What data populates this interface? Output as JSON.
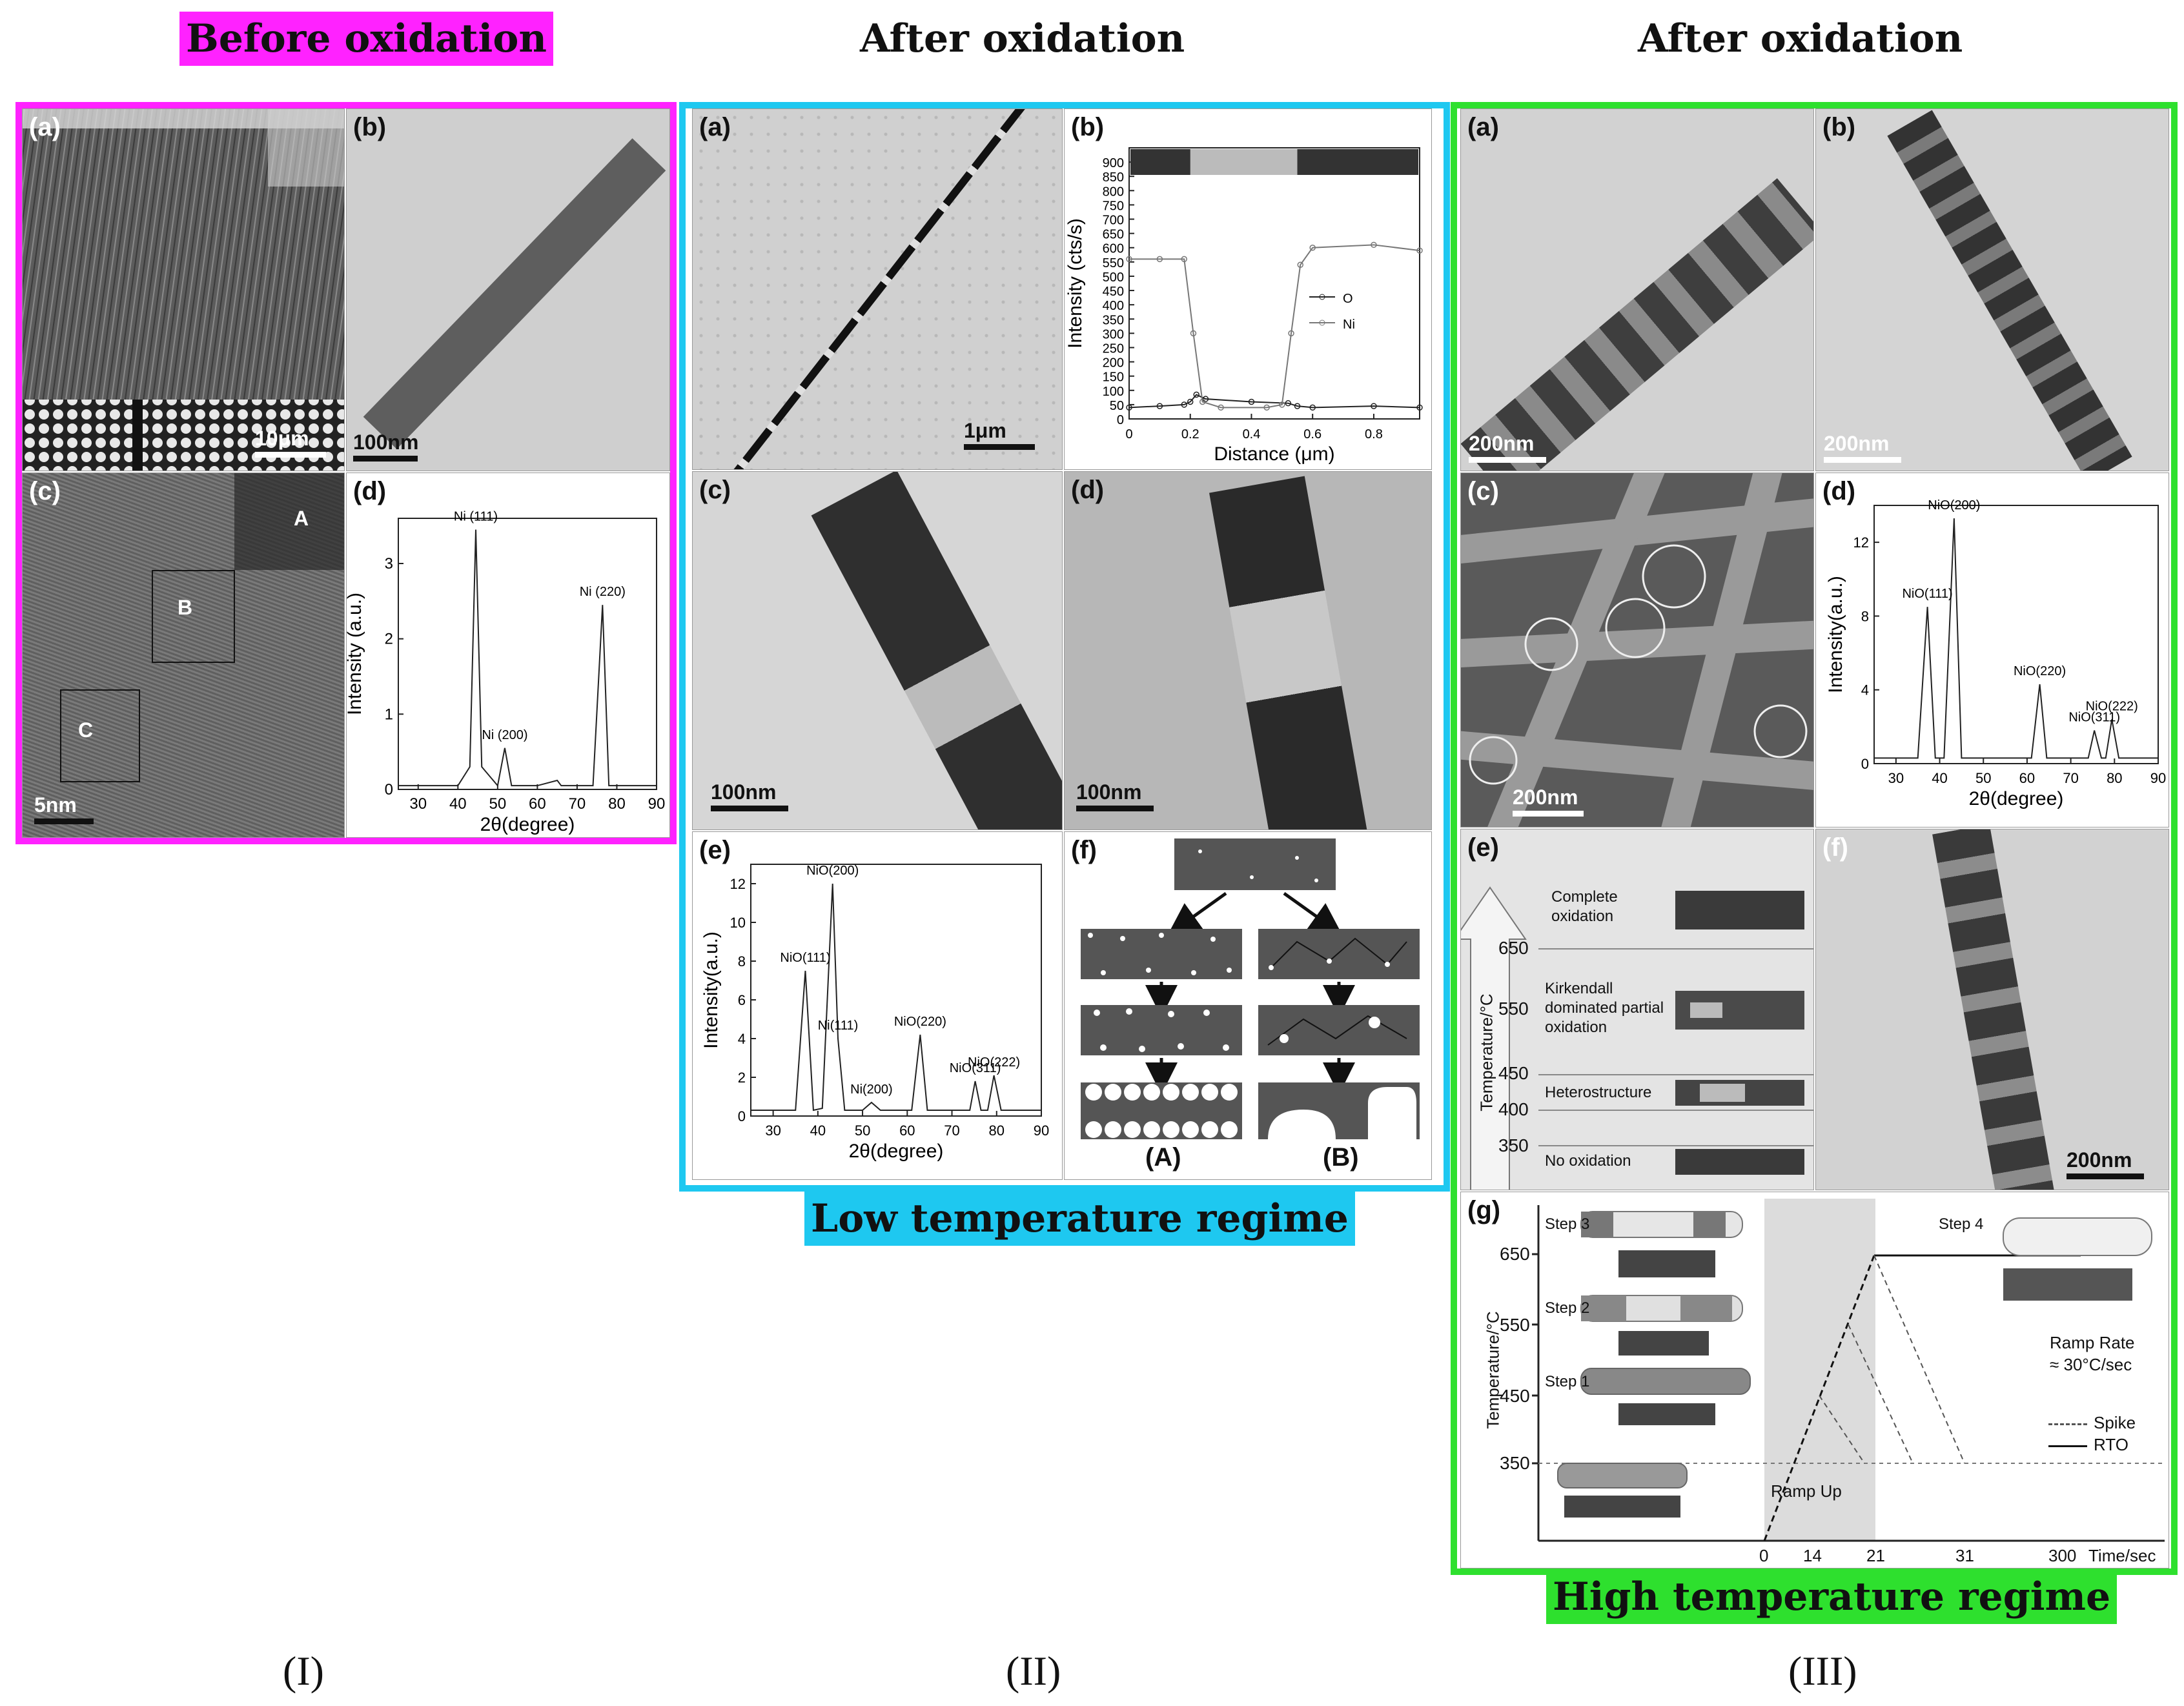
{
  "headers": {
    "col1": "Before oxidation",
    "col2": "After oxidation",
    "col3": "After oxidation",
    "regime_low": "Low temperature regime",
    "regime_high": "High temperature regime"
  },
  "columns": {
    "i": "(I)",
    "ii": "(II)",
    "iii": "(III)"
  },
  "colors": {
    "magenta": "#ff22ff",
    "cyan": "#1ec8f0",
    "green": "#2ee02e"
  },
  "g1": {
    "a": {
      "label": "(a)",
      "scale": "10μm"
    },
    "b": {
      "label": "(b)",
      "scale": "100nm"
    },
    "c": {
      "label": "(c)",
      "scale": "5nm",
      "marks": [
        "A",
        "B",
        "C"
      ]
    },
    "d": {
      "label": "(d)"
    }
  },
  "g2": {
    "a": {
      "label": "(a)",
      "scale": "1μm"
    },
    "b": {
      "label": "(b)"
    },
    "c": {
      "label": "(c)",
      "scale": "100nm"
    },
    "d": {
      "label": "(d)",
      "scale": "100nm"
    },
    "e": {
      "label": "(e)"
    },
    "f": {
      "label": "(f)",
      "case_a": "(A)",
      "case_b": "(B)"
    }
  },
  "g3": {
    "a": {
      "label": "(a)",
      "scale": "200nm"
    },
    "b": {
      "label": "(b)",
      "scale": "200nm"
    },
    "c": {
      "label": "(c)",
      "scale": "200nm"
    },
    "d": {
      "label": "(d)"
    },
    "e": {
      "label": "(e)",
      "ylabel": "Temperature/°C",
      "ticks": [
        "650",
        "550",
        "450",
        "400",
        "350"
      ],
      "zones": [
        "Complete oxidation",
        "Kirkendall dominated partial oxidation",
        "Heterostructure",
        "No oxidation"
      ]
    },
    "f": {
      "label": "(f)",
      "scale": "200nm"
    },
    "g": {
      "label": "(g)",
      "ylabel": "Temperature/°C",
      "yticks": [
        "650",
        "550",
        "450",
        "350"
      ],
      "xticks": [
        "0",
        "14",
        "21",
        "31",
        "300"
      ],
      "xunit": "Time/sec",
      "steps": [
        "Step 3",
        "Step 2",
        "Step 1",
        "Step 4"
      ],
      "ramp_up": "Ramp Up",
      "ramp_rate_1": "Ramp Rate",
      "ramp_rate_2": "≈ 30°C/sec",
      "legend_spike": "Spike",
      "legend_rto": "RTO"
    }
  },
  "chart_data": [
    {
      "type": "line",
      "panel": "I(d)",
      "xlabel": "2θ(degree)",
      "ylabel": "Intensity (a.u.)",
      "xlim": [
        25,
        90
      ],
      "ylim": [
        0,
        3.6
      ],
      "xticks": [
        30,
        40,
        50,
        60,
        70,
        80,
        90
      ],
      "yticks": [
        0,
        1,
        2,
        3
      ],
      "series": [
        {
          "x": [
            25,
            40,
            43,
            44.5,
            46,
            50,
            51.8,
            53.5,
            60,
            65,
            66,
            74,
            76.4,
            78,
            90
          ],
          "values": [
            0.05,
            0.05,
            0.3,
            3.45,
            0.3,
            0.05,
            0.55,
            0.05,
            0.05,
            0.12,
            0.05,
            0.05,
            2.45,
            0.05,
            0.05
          ]
        }
      ],
      "annotations": [
        {
          "x": 44.5,
          "y": 3.45,
          "text": "Ni (111)"
        },
        {
          "x": 51.8,
          "y": 0.55,
          "text": "Ni (200)"
        },
        {
          "x": 76.4,
          "y": 2.45,
          "text": "Ni (220)"
        }
      ]
    },
    {
      "type": "scatter",
      "panel": "II(b)",
      "xlabel": "Distance (μm)",
      "ylabel": "Intensity (cts/s)",
      "xlim": [
        0,
        0.95
      ],
      "ylim": [
        0,
        950
      ],
      "xticks": [
        0.0,
        0.2,
        0.4,
        0.6,
        0.8
      ],
      "yticks": [
        0,
        50,
        100,
        150,
        200,
        250,
        300,
        350,
        400,
        450,
        500,
        550,
        600,
        650,
        700,
        750,
        800,
        850,
        900
      ],
      "legend": "right",
      "series": [
        {
          "name": "O",
          "x": [
            0.0,
            0.1,
            0.18,
            0.2,
            0.22,
            0.25,
            0.4,
            0.52,
            0.55,
            0.6,
            0.8,
            0.95
          ],
          "values": [
            40,
            45,
            50,
            60,
            85,
            70,
            60,
            55,
            45,
            40,
            45,
            40
          ]
        },
        {
          "name": "Ni",
          "x": [
            0.0,
            0.1,
            0.18,
            0.21,
            0.24,
            0.3,
            0.45,
            0.5,
            0.53,
            0.56,
            0.6,
            0.8,
            0.95
          ],
          "values": [
            560,
            560,
            560,
            300,
            60,
            40,
            40,
            50,
            300,
            540,
            600,
            610,
            590
          ]
        }
      ]
    },
    {
      "type": "line",
      "panel": "II(e)",
      "xlabel": "2θ(degree)",
      "ylabel": "Intensity(a.u.)",
      "xlim": [
        25,
        90
      ],
      "ylim": [
        0,
        13
      ],
      "xticks": [
        30,
        40,
        50,
        60,
        70,
        80,
        90
      ],
      "yticks": [
        0,
        2,
        4,
        6,
        8,
        10,
        12
      ],
      "series": [
        {
          "x": [
            25,
            35,
            37.2,
            39,
            41,
            43.3,
            44.5,
            46,
            50,
            52,
            54,
            61,
            62.9,
            64.5,
            74,
            75.2,
            76.5,
            78,
            79.4,
            81,
            90
          ],
          "values": [
            0.3,
            0.3,
            7.5,
            0.3,
            0.4,
            12.0,
            4.0,
            0.3,
            0.3,
            0.7,
            0.3,
            0.3,
            4.2,
            0.3,
            0.3,
            1.8,
            0.3,
            0.3,
            2.1,
            0.3,
            0.3
          ]
        }
      ],
      "annotations": [
        {
          "x": 37.2,
          "y": 7.5,
          "text": "NiO(111)"
        },
        {
          "x": 43.3,
          "y": 12.0,
          "text": "NiO(200)"
        },
        {
          "x": 44.5,
          "y": 4.0,
          "text": "Ni(111)"
        },
        {
          "x": 52,
          "y": 0.7,
          "text": "Ni(200)"
        },
        {
          "x": 62.9,
          "y": 4.2,
          "text": "NiO(220)"
        },
        {
          "x": 75.2,
          "y": 1.8,
          "text": "NiO(311)"
        },
        {
          "x": 79.4,
          "y": 2.1,
          "text": "NiO(222)"
        }
      ]
    },
    {
      "type": "line",
      "panel": "III(d)",
      "xlabel": "2θ(degree)",
      "ylabel": "Intensity(a.u.)",
      "xlim": [
        25,
        90
      ],
      "ylim": [
        0,
        14
      ],
      "xticks": [
        30,
        40,
        50,
        60,
        70,
        80,
        90
      ],
      "yticks": [
        0,
        4,
        8,
        12
      ],
      "series": [
        {
          "x": [
            25,
            35,
            37.2,
            39,
            41,
            43.3,
            45,
            61,
            62.9,
            64.5,
            74,
            75.4,
            77,
            78,
            79.4,
            81,
            90
          ],
          "values": [
            0.3,
            0.3,
            8.5,
            0.3,
            0.3,
            13.3,
            0.3,
            0.3,
            4.3,
            0.3,
            0.3,
            1.8,
            0.3,
            0.3,
            2.4,
            0.3,
            0.3
          ]
        }
      ],
      "annotations": [
        {
          "x": 37.2,
          "y": 8.5,
          "text": "NiO(111)"
        },
        {
          "x": 43.3,
          "y": 13.3,
          "text": "NiO(200)"
        },
        {
          "x": 62.9,
          "y": 4.3,
          "text": "NiO(220)"
        },
        {
          "x": 75.4,
          "y": 1.8,
          "text": "NiO(311)"
        },
        {
          "x": 79.4,
          "y": 2.4,
          "text": "NiO(222)"
        }
      ]
    }
  ]
}
